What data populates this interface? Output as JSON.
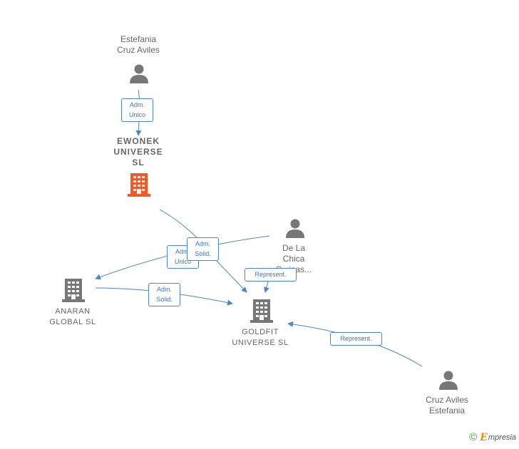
{
  "nodes": {
    "estefania_top": {
      "name": "Estefania Cruz Aviles",
      "line1": "Estefania",
      "line2": "Cruz Aviles"
    },
    "ewonek": {
      "line1": "EWONEK",
      "line2": "UNIVERSE",
      "line3": "SL"
    },
    "de_la_chica": {
      "line1": "De La",
      "line2": "Chica",
      "line3": "S...inas..."
    },
    "anaran": {
      "line1": "ANARAN",
      "line2": "GLOBAL  SL"
    },
    "goldfit": {
      "line1": "GOLDFIT",
      "line2": "UNIVERSE  SL"
    },
    "cruz_bottom": {
      "line1": "Cruz Aviles",
      "line2": "Estefania"
    }
  },
  "edges": {
    "e1": {
      "l1": "Adm.",
      "l2": "Unico"
    },
    "e2": {
      "l1": "Adm.",
      "l2": "Unico"
    },
    "e3": {
      "l1": "Adm.",
      "l2": "Solid."
    },
    "e4": {
      "l1": "Adm.",
      "l2": "Solid."
    },
    "e5": {
      "l1": "Represent."
    },
    "e6": {
      "l1": "Represent."
    }
  },
  "colors": {
    "edge": "#4a86c8",
    "person_icon": "#777777",
    "company_icon": "#777777",
    "company_highlight": "#f05a28"
  },
  "footer": {
    "copyright": "©",
    "brand_mark": "E",
    "brand_text": "mpresia"
  }
}
